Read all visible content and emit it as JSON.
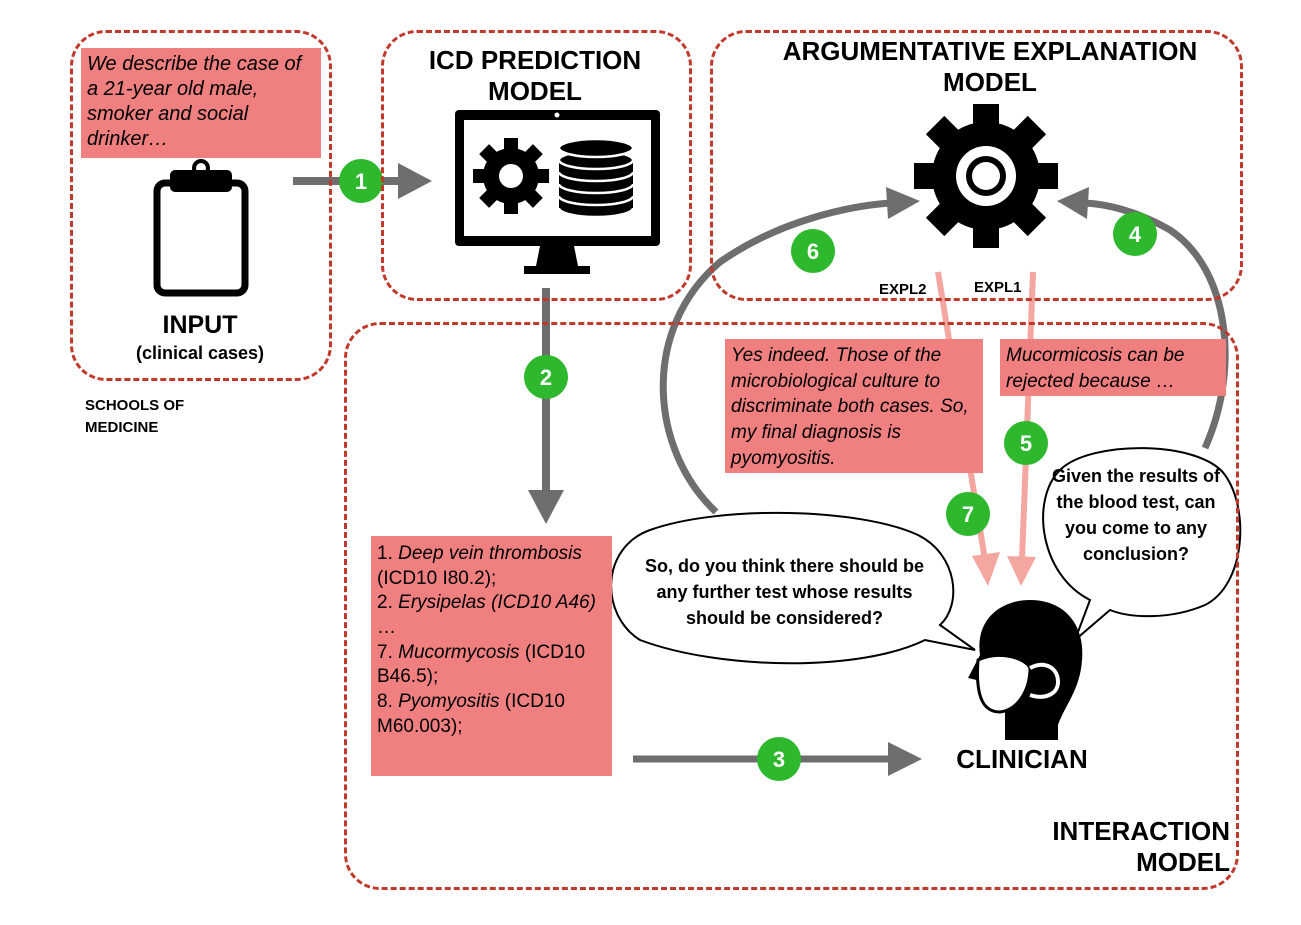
{
  "input_panel": {
    "case_text": "We describe the case of a 21-year old male, smoker and social drinker…",
    "title": "INPUT",
    "subtitle": "(clinical cases)",
    "source_label_line1": "SCHOOLS OF",
    "source_label_line2": "MEDICINE"
  },
  "icd_panel": {
    "title_line1": "ICD PREDICTION",
    "title_line2": "MODEL"
  },
  "explanation_panel": {
    "title_line1": "ARGUMENTATIVE EXPLANATION",
    "title_line2": "MODEL",
    "expl2_label": "EXPL2",
    "expl1_label": "EXPL1"
  },
  "interaction_panel": {
    "title_line1": "INTERACTION",
    "title_line2": "MODEL",
    "clinician_label": "CLINICIAN"
  },
  "steps": [
    "1",
    "2",
    "3",
    "4",
    "5",
    "6",
    "7"
  ],
  "predictions": [
    {
      "num": "1.",
      "name": "Deep vein thrombosis",
      "code": "(ICD10 I80.2);"
    },
    {
      "num": "2.",
      "name": "Erysipelas (ICD10 A46)",
      "code": ""
    },
    {
      "num": "…",
      "name": "",
      "code": ""
    },
    {
      "num": "7.",
      "name": "Mucormycosis",
      "code": "(ICD10 B46.5);"
    },
    {
      "num": "8.",
      "name": "Pyomyositis",
      "code": "(ICD10 M60.003);"
    }
  ],
  "explanations": {
    "expl2_text": "Yes indeed. Those of the microbiological culture to discriminate both cases. So, my final diagnosis is pyomyositis.",
    "expl1_text": "Mucormicosis can be rejected because …"
  },
  "questions": {
    "q_left": "So, do you think there should be any further test whose results should be considered?",
    "q_right": "Given the results of the blood test, can you come to any conclusion?"
  },
  "colors": {
    "dashed_border": "#c0392b",
    "text_box": "#f08080",
    "step_circle": "#2eb82e",
    "gray_arrow": "#6e6e6e",
    "pink_arrow": "#f4a6a0"
  }
}
